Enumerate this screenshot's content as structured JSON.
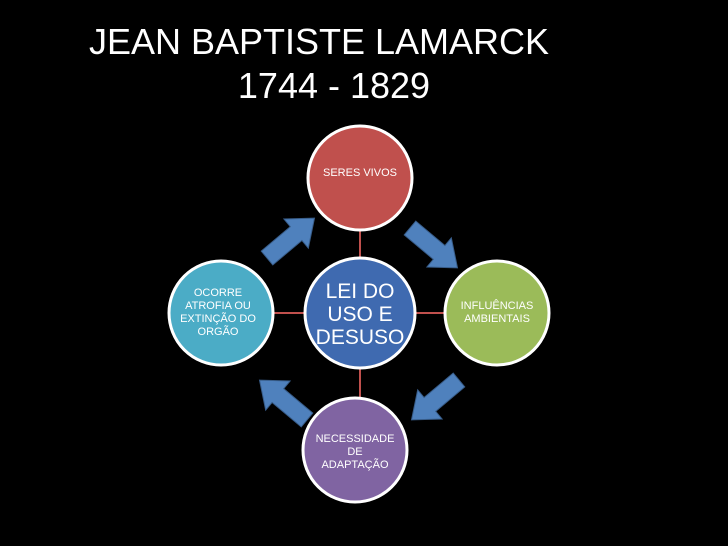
{
  "title": {
    "line1": "JEAN BAPTISTE LAMARCK",
    "line2": "1744 - 1829"
  },
  "nodes": {
    "center": {
      "lines": [
        "LEI DO",
        "USO E",
        "DESUSO"
      ],
      "color": "#3f6ab0"
    },
    "top": {
      "lines": [
        "SERES VIVOS"
      ],
      "color": "#c0504d"
    },
    "right": {
      "lines": [
        "INFLUÊNCIAS",
        "AMBIENTAIS"
      ],
      "color": "#9bbb59"
    },
    "bottom": {
      "lines": [
        "NECESSIDADE",
        "DE",
        "ADAPTAÇÃO"
      ],
      "color": "#8064a2"
    },
    "left": {
      "lines": [
        "OCORRE",
        "ATROFIA OU",
        "EXTINÇÃO DO",
        "ORGÃO"
      ],
      "color": "#4bacc6"
    }
  },
  "colors": {
    "background": "#000000",
    "arrow": "#4f81bd",
    "connector": "#c0504d"
  }
}
